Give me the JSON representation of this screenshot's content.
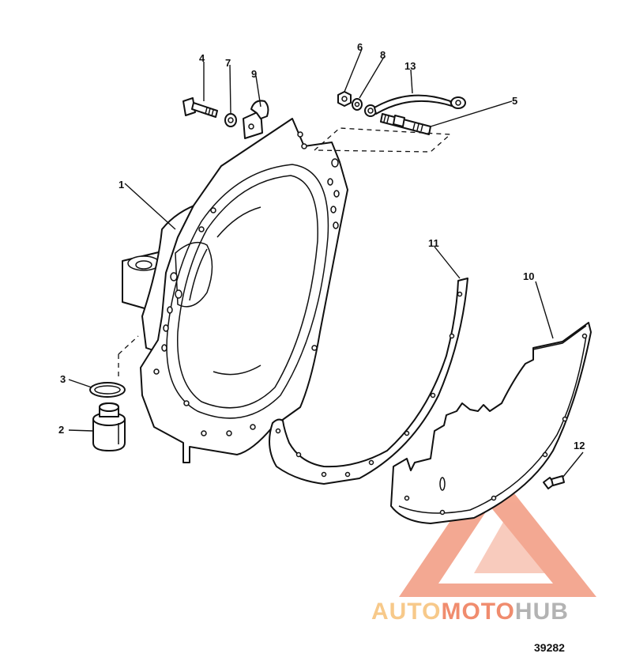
{
  "callouts": [
    {
      "id": "1",
      "part": "flywheel-housing"
    },
    {
      "id": "2",
      "part": "rubber-mount"
    },
    {
      "id": "3",
      "part": "seal-ring"
    },
    {
      "id": "4",
      "part": "bolt"
    },
    {
      "id": "5",
      "part": "stud"
    },
    {
      "id": "6",
      "part": "nut"
    },
    {
      "id": "7",
      "part": "washer"
    },
    {
      "id": "8",
      "part": "washer"
    },
    {
      "id": "9",
      "part": "clip"
    },
    {
      "id": "10",
      "part": "cover-plate"
    },
    {
      "id": "11",
      "part": "gasket"
    },
    {
      "id": "12",
      "part": "screw"
    },
    {
      "id": "13",
      "part": "ground-strap"
    }
  ],
  "figure_number": "39282",
  "watermark": {
    "part1": "AUTO",
    "part2": "MOTO",
    "part3": "HUB",
    "color_light": "#f7c98a",
    "color_accent": "#f08c6e",
    "color_dark": "#b3b3b3"
  }
}
